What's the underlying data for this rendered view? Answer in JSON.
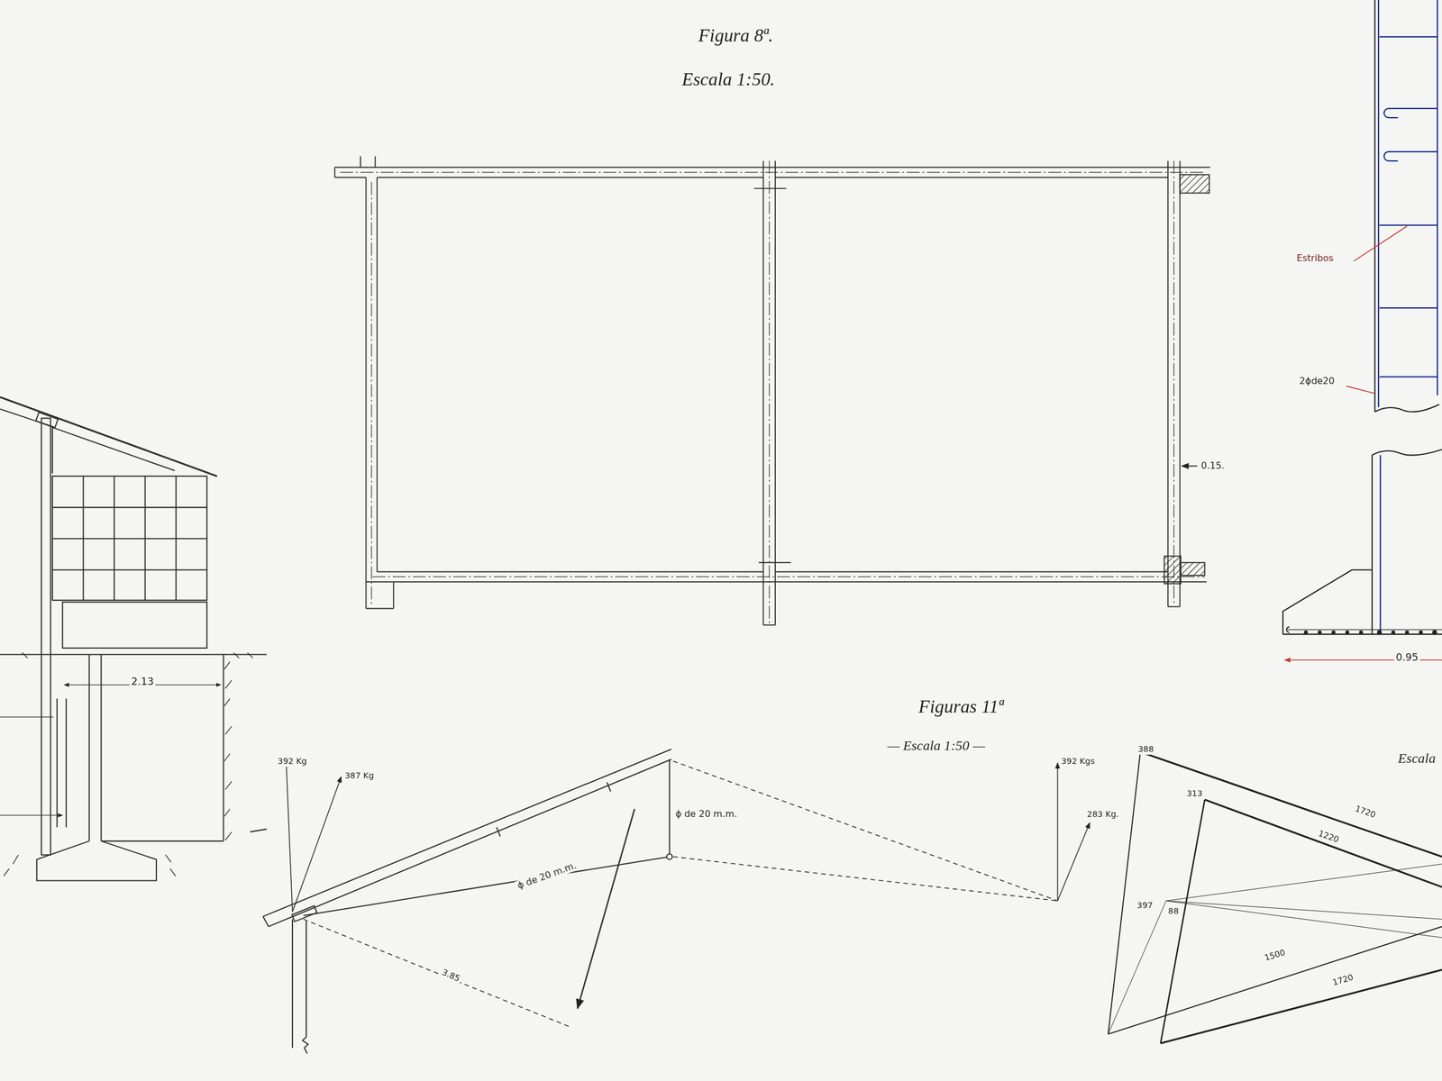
{
  "diagram": {
    "labels": [
      "Figura 8ª.",
      "Escala 1:50.",
      "0.15.",
      "Estribos",
      "2ϕde20",
      "0.95",
      "2.13",
      "Figuras 11ª",
      "— Escala 1:50 —",
      "392 Kg",
      "387 Kg",
      "ϕ de 20 m.m.",
      "ϕ de 20 m.m.",
      "3.85",
      "392 Kgs",
      "283 Kg.",
      "388",
      "313",
      "1720",
      "1220",
      "397",
      "88",
      "1500",
      "1720",
      "Escala"
    ]
  }
}
